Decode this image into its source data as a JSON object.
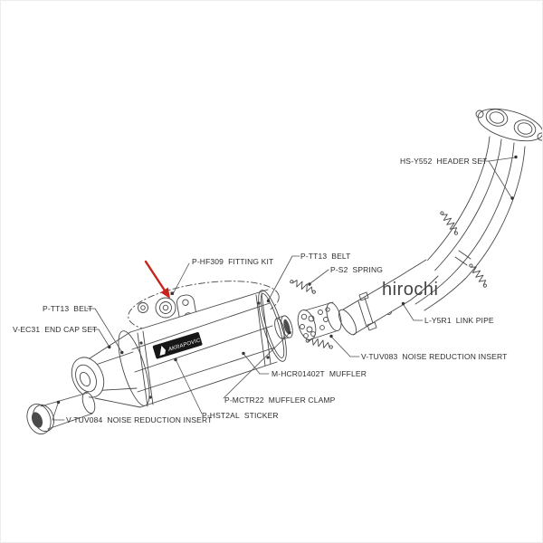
{
  "watermark": "hirochi",
  "brand_logo": "AKRAPOVIC",
  "arrow_color": "#c8241c",
  "line_color": "#474747",
  "parts": [
    {
      "id": "fitting-kit",
      "code": "P-HF309",
      "name": "FITTING KIT"
    },
    {
      "id": "belt-right",
      "code": "P-TT13",
      "name": "BELT"
    },
    {
      "id": "spring",
      "code": "P-S2",
      "name": "SPRING"
    },
    {
      "id": "header-set",
      "code": "HS-Y552",
      "name": "HEADER SET"
    },
    {
      "id": "link-pipe",
      "code": "L-Y5R1",
      "name": "LINK PIPE"
    },
    {
      "id": "insert-right",
      "code": "V-TUV083",
      "name": "NOISE REDUCTION INSERT"
    },
    {
      "id": "muffler",
      "code": "M-HCR01402T",
      "name": "MUFFLER"
    },
    {
      "id": "muffler-clamp",
      "code": "P-MCTR22",
      "name": "MUFFLER CLAMP"
    },
    {
      "id": "sticker",
      "code": "P-HST2AL",
      "name": "STICKER"
    },
    {
      "id": "belt-left",
      "code": "P-TT13",
      "name": "BELT"
    },
    {
      "id": "end-cap",
      "code": "V-EC31",
      "name": "END CAP SET"
    },
    {
      "id": "insert-left",
      "code": "V-TUV084",
      "name": "NOISE REDUCTION INSERT"
    }
  ]
}
